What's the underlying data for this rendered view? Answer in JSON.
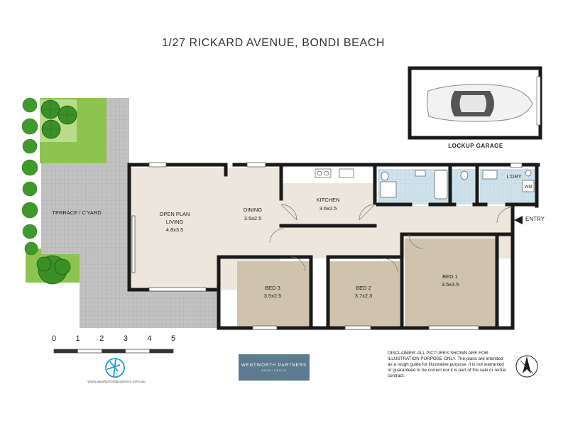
{
  "title": "1/27 RICKARD AVENUE, BONDI BEACH",
  "rooms": {
    "terrace": {
      "name": "TERRACE / C'YARD"
    },
    "living": {
      "name": "OPEN PLAN",
      "name2": "LIVING",
      "size": "4.8x3.5"
    },
    "dining": {
      "name": "DINING",
      "size": "3.5x2.5"
    },
    "kitchen": {
      "name": "KITCHEN",
      "size": "3.6x2.5"
    },
    "laundry": {
      "name": "L'DRY",
      "wm": "WM"
    },
    "bed1": {
      "name": "BED 1",
      "size": "3.5x3.5"
    },
    "bed2": {
      "name": "BED 2",
      "size": "3.7x2.3"
    },
    "bed3": {
      "name": "BED 3",
      "size": "3.5x2.5"
    }
  },
  "garage": {
    "label": "LOCKUP GARAGE"
  },
  "entry": {
    "label": "ENTRY"
  },
  "scale": {
    "labels": [
      "0",
      "1",
      "2",
      "3",
      "4",
      "5"
    ]
  },
  "photographer": {
    "website": "www.assetphotographers.com.au"
  },
  "brand": {
    "line1": "WENTWORTH PARTNERS",
    "line2": "BONDI BEACH"
  },
  "disclaimer": {
    "text": "DISCLAIMER: ALL PICTURES SHOWN ARE FOR ILLUSTRATION PURPOSE ONLY. The plans are intended as a rough guide for illustrative purpose. It is not warranted or guaranteed to be correct nor it is part of the sale or rental contract."
  },
  "colors": {
    "floor": "#ece6dc",
    "bedroom": "#cfc3ae",
    "wet": "#d6e6ee",
    "wall": "#1a1a1a",
    "paving": "#bdbdbd",
    "lawn": "#8cc44f",
    "brand": "#5c7b91",
    "camera": "#1d9bd6"
  }
}
